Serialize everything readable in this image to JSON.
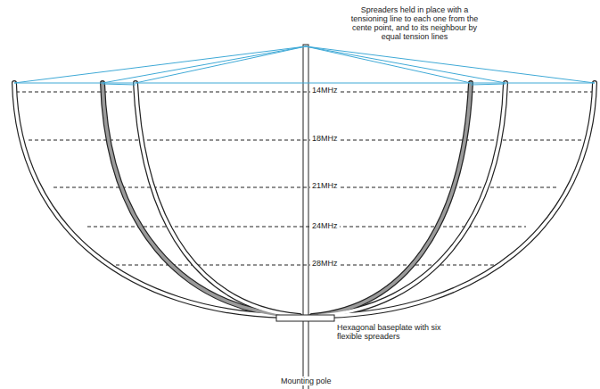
{
  "diagram": {
    "labels": [
      "Spreaders held in place with a tensioning line to each one from the cente point, and to its neighbour by equal tension lines",
      "14MHz",
      "18MHz",
      "21MHz",
      "24MHz",
      "28MHz",
      "Hexagonal baseplate with six flexible spreaders",
      "Mounting pole"
    ]
  }
}
